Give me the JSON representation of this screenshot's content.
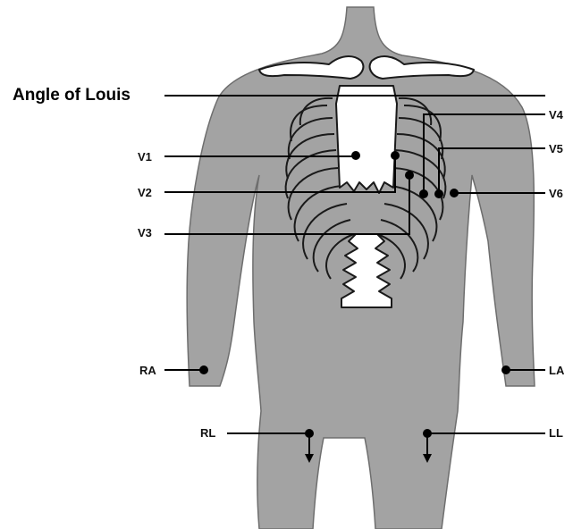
{
  "title": "Angle of Louis",
  "leads": {
    "v1": "V1",
    "v2": "V2",
    "v3": "V3",
    "v4": "V4",
    "v5": "V5",
    "v6": "V6",
    "ra": "RA",
    "la": "LA",
    "rl": "RL",
    "ll": "LL"
  },
  "colors": {
    "body": "#a3a3a3",
    "bone": "#ffffff",
    "line": "#000000"
  }
}
